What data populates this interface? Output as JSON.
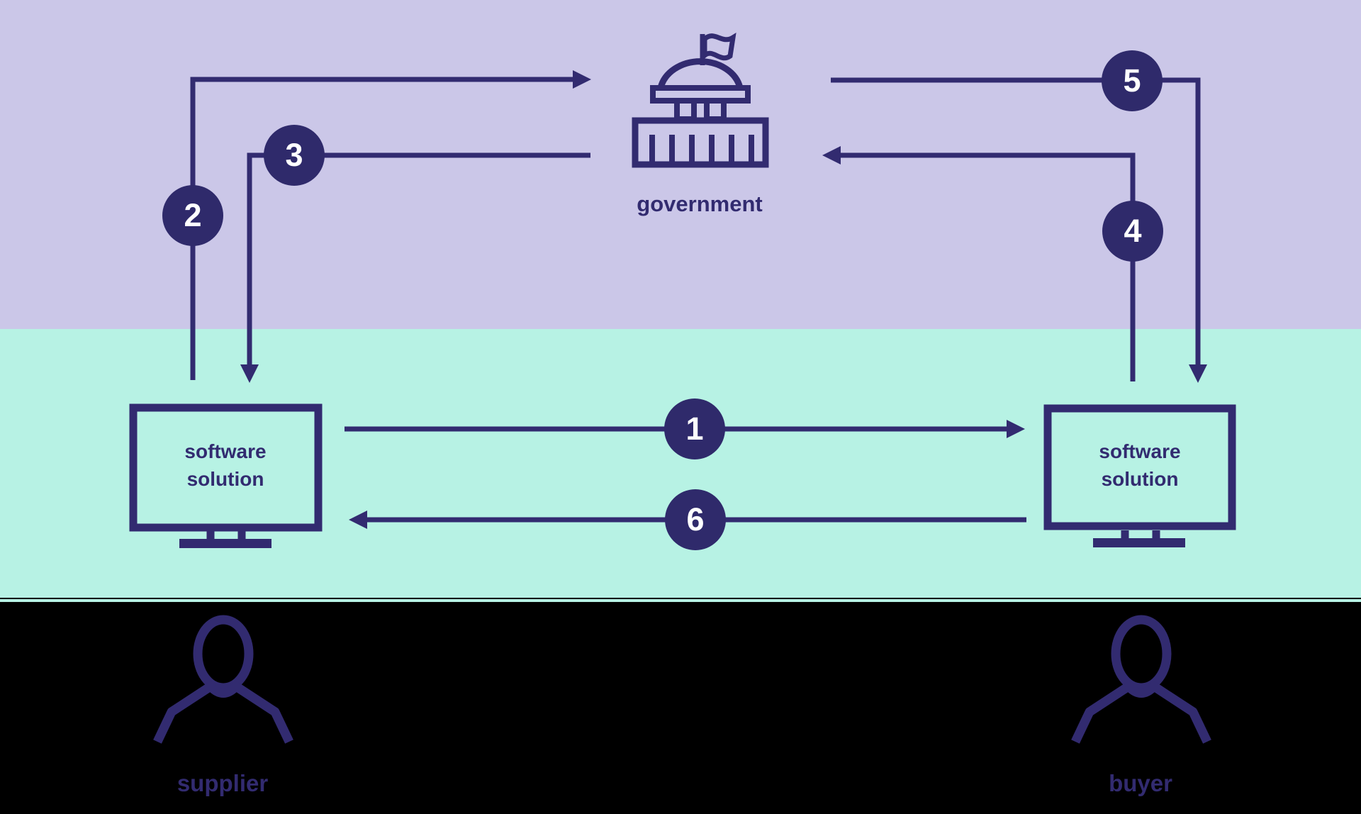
{
  "colors": {
    "band_government": "#cbc7e8",
    "band_software": "#b7f2e4",
    "band_people": "#000000",
    "ink": "#322b70",
    "badge_bg": "#2f2a6b",
    "badge_text": "#ffffff"
  },
  "government": {
    "label": "government"
  },
  "systems": {
    "supplier": {
      "label": "software solution"
    },
    "buyer": {
      "label": "software solution"
    }
  },
  "people": {
    "supplier": {
      "label": "supplier"
    },
    "buyer": {
      "label": "buyer"
    }
  },
  "steps": [
    {
      "number": "1",
      "from": "supplier software solution",
      "to": "buyer software solution"
    },
    {
      "number": "2",
      "from": "supplier software solution",
      "to": "government"
    },
    {
      "number": "3",
      "from": "government",
      "to": "supplier software solution"
    },
    {
      "number": "4",
      "from": "buyer software solution",
      "to": "government"
    },
    {
      "number": "5",
      "from": "government",
      "to": "buyer software solution"
    },
    {
      "number": "6",
      "from": "buyer software solution",
      "to": "supplier software solution"
    }
  ]
}
